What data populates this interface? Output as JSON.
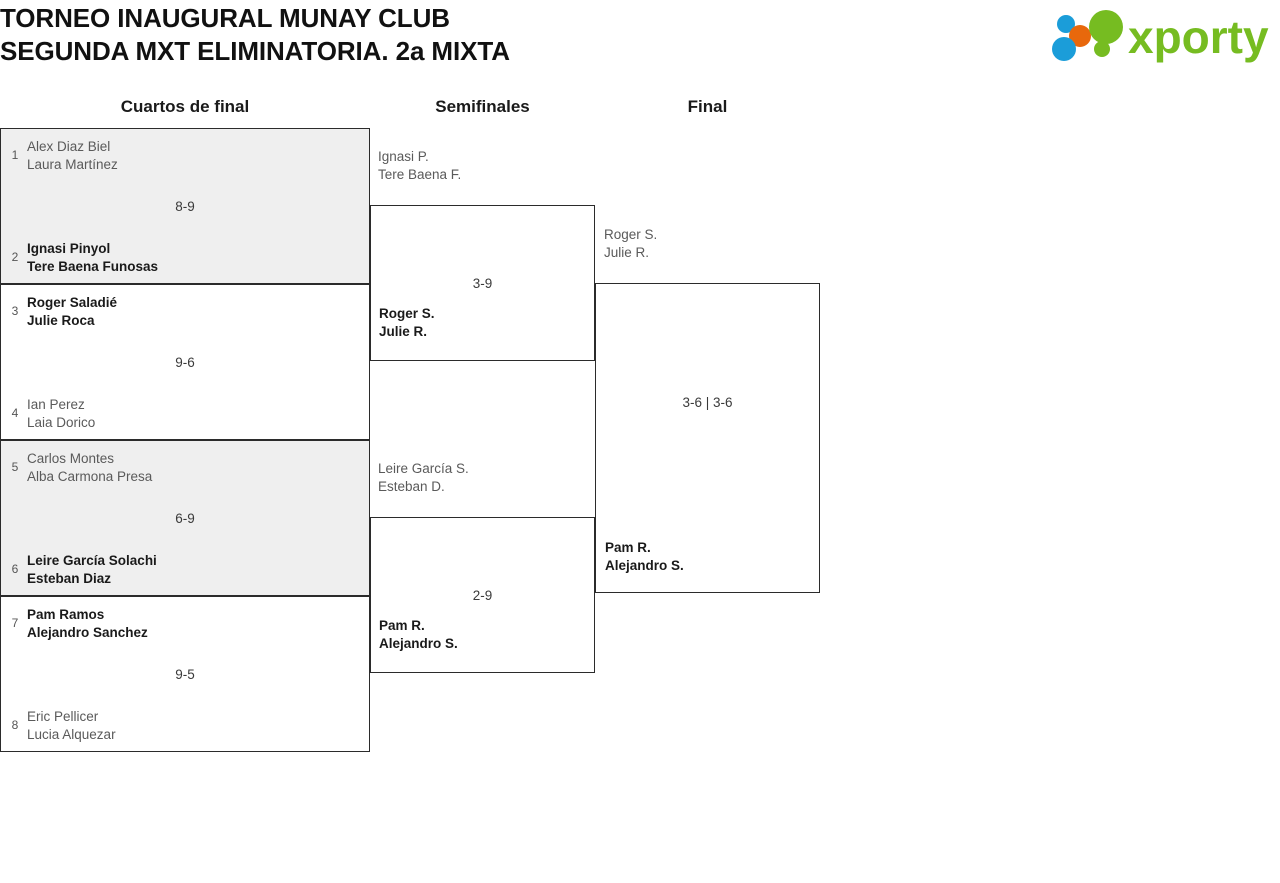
{
  "header": {
    "title_line1": "TORNEO INAUGURAL MUNAY CLUB",
    "title_line2": "SEGUNDA MXT ELIMINATORIA. 2a MIXTA",
    "title_full": "TORNEO INAUGURAL MUNAY CLUB\nSEGUNDA MXT ELIMINATORIA. 2a MIXTA",
    "logo_text": "xporty",
    "logo_colors": {
      "green": "#76bc21",
      "blue": "#1b9dd9",
      "orange": "#e8680c"
    }
  },
  "rounds": [
    {
      "id": "quarterfinals",
      "label": "Cuartos de final"
    },
    {
      "id": "semifinals",
      "label": "Semifinales"
    },
    {
      "id": "final",
      "label": "Final"
    }
  ],
  "colors": {
    "shaded_row": "#efefef",
    "border": "#2b2b2b",
    "winner_text": "#1a1a1a",
    "loser_text": "#5a5a5a",
    "seed_text": "#555555"
  },
  "quarterfinals": [
    {
      "score": "8-9",
      "shaded": true,
      "top": {
        "seed": "1",
        "p1": "Alex Diaz Biel",
        "p2": "Laura Martínez",
        "winner": false
      },
      "bottom": {
        "seed": "2",
        "p1": "Ignasi Pinyol",
        "p2": "Tere Baena Funosas",
        "winner": true
      }
    },
    {
      "score": "9-6",
      "shaded": false,
      "top": {
        "seed": "3",
        "p1": "Roger Saladié",
        "p2": "Julie Roca",
        "winner": true
      },
      "bottom": {
        "seed": "4",
        "p1": "Ian Perez",
        "p2": "Laia Dorico",
        "winner": false
      }
    },
    {
      "score": "6-9",
      "shaded": true,
      "top": {
        "seed": "5",
        "p1": "Carlos Montes",
        "p2": "Alba Carmona Presa",
        "winner": false
      },
      "bottom": {
        "seed": "6",
        "p1": "Leire García Solachi",
        "p2": "Esteban Diaz",
        "winner": true
      }
    },
    {
      "score": "9-5",
      "shaded": false,
      "top": {
        "seed": "7",
        "p1": "Pam Ramos",
        "p2": "Alejandro Sanchez",
        "winner": true
      },
      "bottom": {
        "seed": "8",
        "p1": "Eric Pellicer",
        "p2": "Lucia Alquezar",
        "winner": false
      }
    }
  ],
  "semifinals": [
    {
      "score": "3-9",
      "top": {
        "p1": "Ignasi P.",
        "p2": "Tere Baena F.",
        "winner": false
      },
      "bottom": {
        "p1": "Roger S.",
        "p2": "Julie R.",
        "winner": true
      }
    },
    {
      "score": "2-9",
      "top": {
        "p1": "Leire García S.",
        "p2": "Esteban D.",
        "winner": false
      },
      "bottom": {
        "p1": "Pam R.",
        "p2": "Alejandro S.",
        "winner": true
      }
    }
  ],
  "final": {
    "score": "3-6 | 3-6",
    "top": {
      "p1": "Roger S.",
      "p2": "Julie R.",
      "winner": false
    },
    "bottom": {
      "p1": "Pam R.",
      "p2": "Alejandro S.",
      "winner": true
    }
  }
}
